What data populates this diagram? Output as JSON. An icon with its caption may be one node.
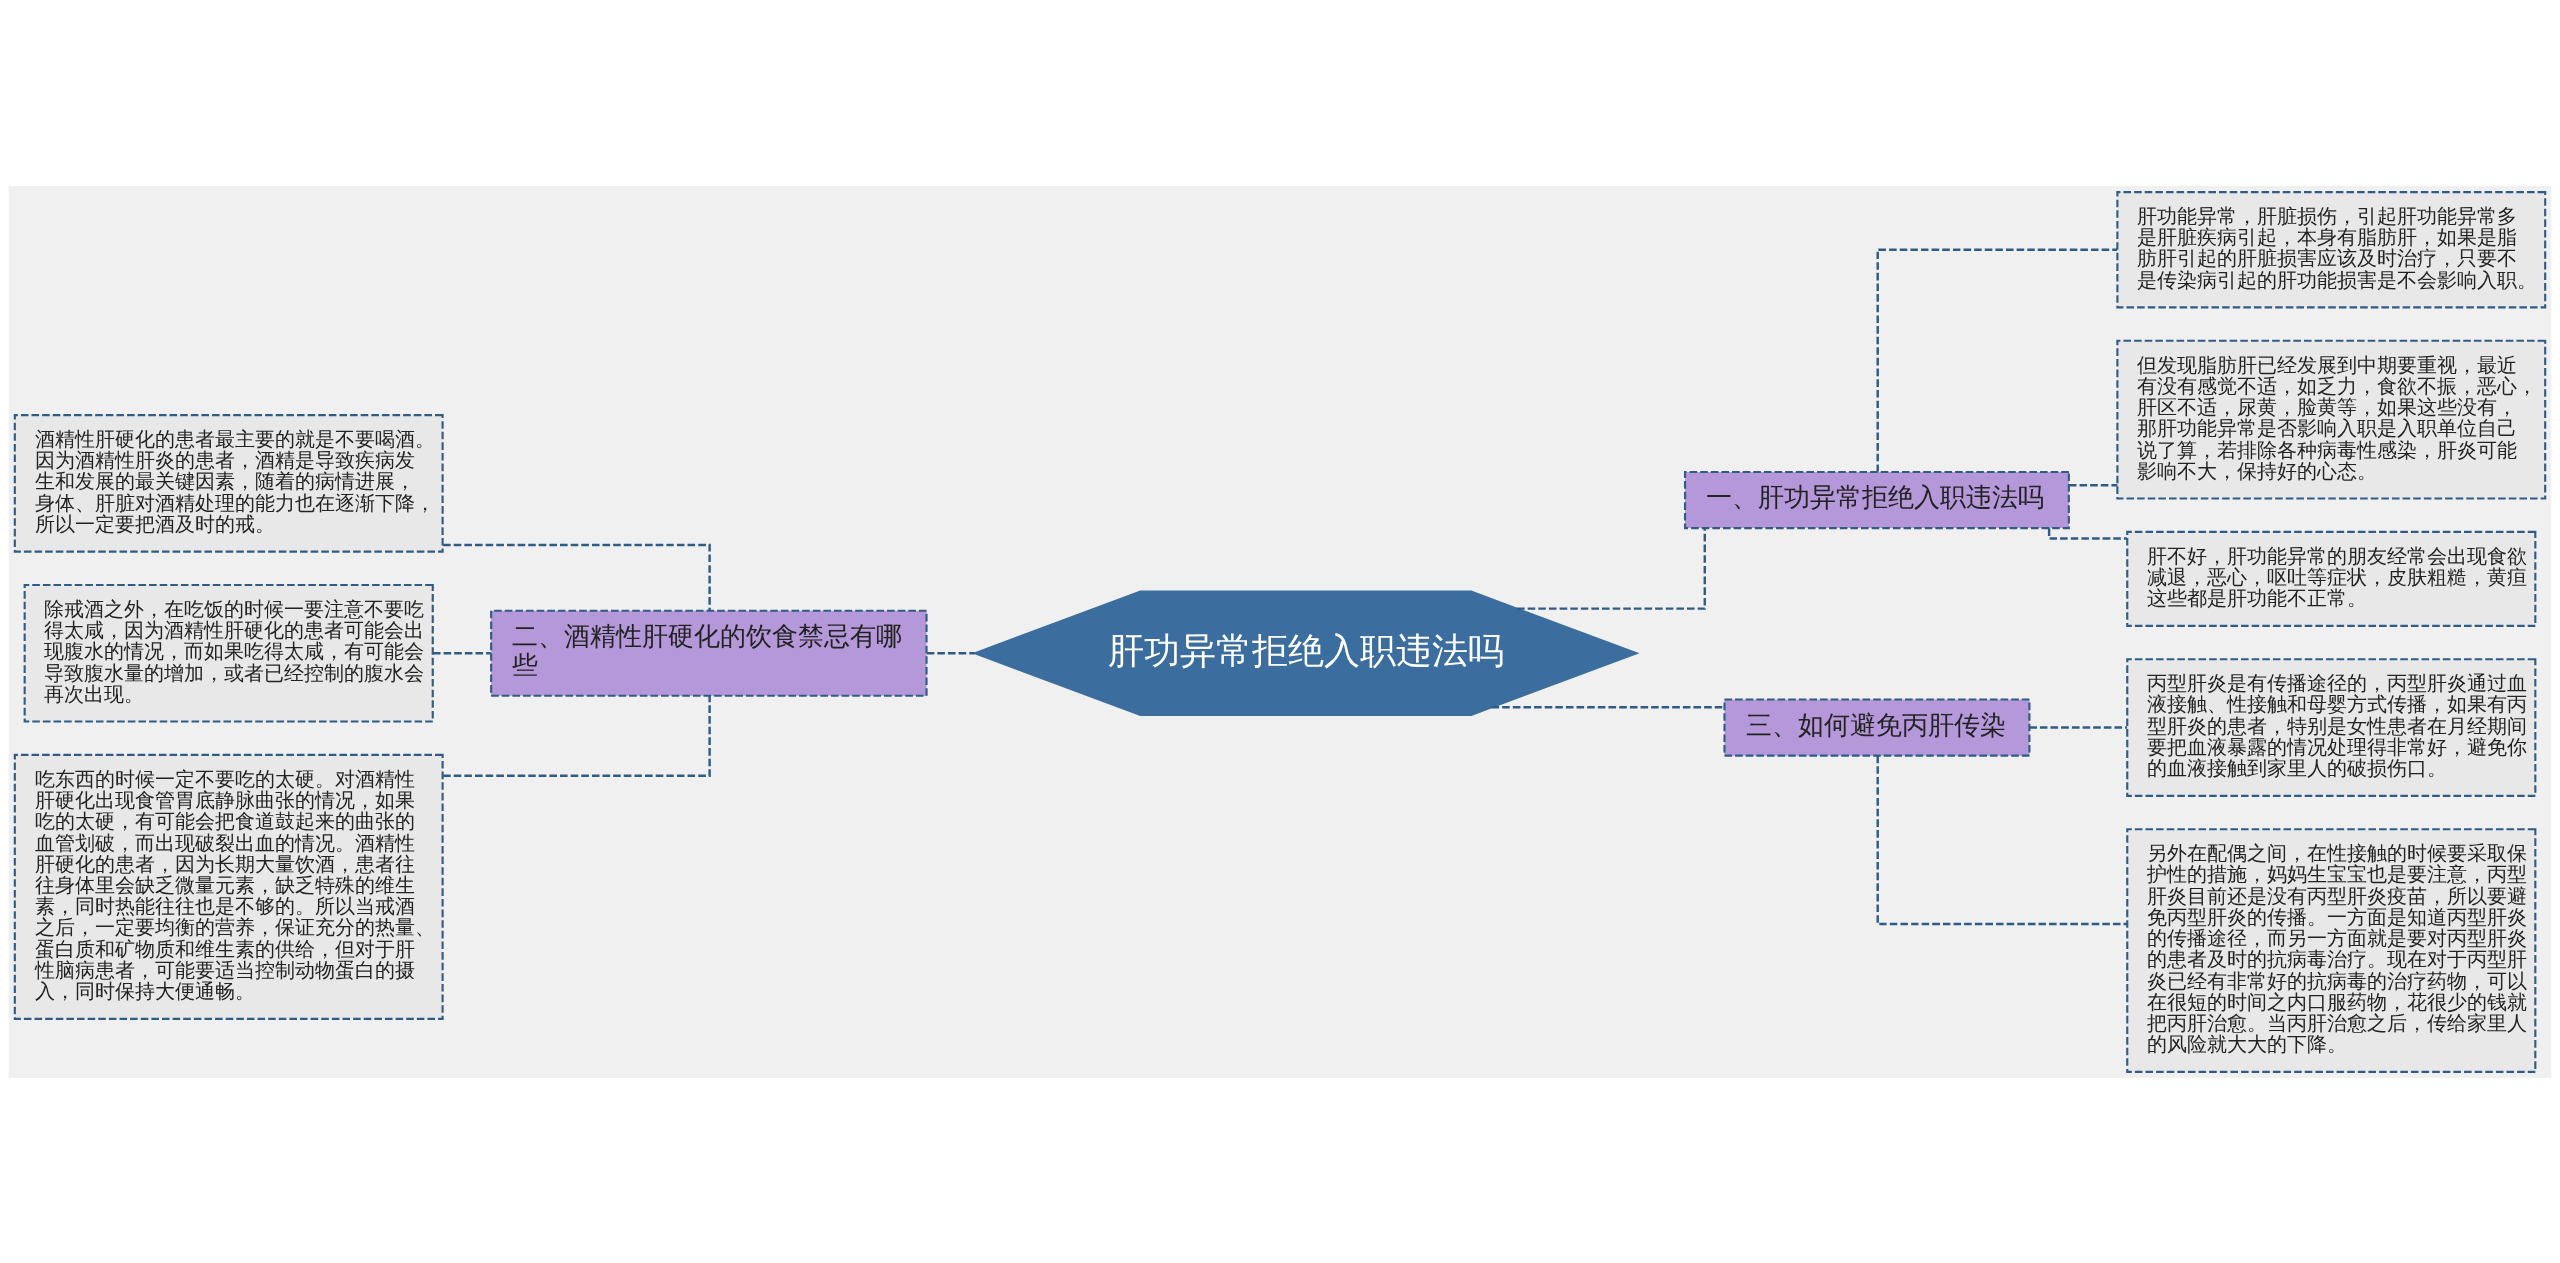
{
  "diagram": {
    "nodes": [
      {
        "text": [
          "肝功异常拒绝入职违法吗"
        ]
      },
      {
        "text": [
          "一、肝功异常拒绝入职违法吗"
        ]
      },
      {
        "text": [
          "肝功能异常，肝脏损伤，引起肝功能异常多是肝脏疾病引起，本身有脂肪肝，如果是脂肪肝引起的肝脏损害应该及时治疗，只要不是传染病引起的肝功能损害是不会影响入职。"
        ]
      },
      {
        "text": [
          "但发现脂肪肝已经发展到中期要重视，最近有没有感觉不适，如乏力，食欲不振，恶心，肝区不适，尿黄，脸黄等，如果这些没有，那肝功能异常是否影响入职是入职单位自己说了算，若排除各种病毒性感染，肝炎可能影响不大，保持好的心态。"
        ]
      },
      {
        "text": [
          "肝不好，肝功能异常的朋友经常会出现食欲减退，恶心，呕吐等症状，皮肤粗糙，黄疸这些都是肝功能不正常。"
        ]
      },
      {
        "text": [
          "三、如何避免丙肝传染"
        ]
      },
      {
        "text": [
          "丙型肝炎是有传播途径的，丙型肝炎通过血液接触、性接触和母婴方式传播，如果有丙型肝炎的患者，特别是女性患者在月经期间要把血液暴露的情况处理得非常好，避免你的血液接触到家里人的破损伤口。"
        ]
      },
      {
        "text": [
          "另外在配偶之间，在性接触的时候要采取保护性的措施，妈妈生宝宝也是要注意，丙型肝炎目前还是没有丙型肝炎疫苗，所以要避免丙型肝炎的传播。一方面是知道丙型肝炎的传播途径，而另一方面就是要对丙型肝炎的患者及时的抗病毒治疗。现在对于丙型肝炎已经有非常好的抗病毒的治疗药物，可以在很短的时间之内口服药物，花很少的钱就把丙肝治愈。当丙肝治愈之后，传给家里人的风险就大大的下降。"
        ]
      },
      {
        "text": [
          "二、酒精性肝硬化的饮食禁忌有哪些"
        ]
      },
      {
        "text": [
          "酒精性肝硬化的患者最主要的就是不要喝酒。因为酒精性肝炎的患者，酒精是导致疾病发生和发展的最关键因素，随着的病情进展，身体、肝脏对酒精处理的能力也在逐渐下降，所以一定要把酒及时的戒。"
        ]
      },
      {
        "text": [
          "除戒酒之外，在吃饭的时候一要注意不要吃得太咸，因为酒精性肝硬化的患者可能会出现腹水的情况，而如果吃得太咸，有可能会导致腹水量的增加，或者已经控制的腹水会再次出现。"
        ]
      },
      {
        "text": [
          "吃东西的时候一定不要吃的太硬。对酒精性肝硬化出现食管胃底静脉曲张的情况，如果吃的太硬，有可能会把食道鼓起来的曲张的血管划破，而出现破裂出血的情况。酒精性肝硬化的患者，因为长期大量饮酒，患者往往身体里会缺乏微量元素，缺乏特殊的维生素，同时热能往往也是不够的。所以当戒酒之后，一定要均衡的营养，保证充分的热量、蛋白质和矿物质和维生素的供给，但对于肝性脑病患者，可能要适当控制动物蛋白的摄入，同时保持大便通畅。"
        ]
      }
    ],
    "edges": [
      {
        "from": 0,
        "to": 1,
        "arrow": "none",
        "style": "dashed"
      },
      {
        "from": 1,
        "to": 2,
        "arrow": "none",
        "style": "dashed"
      },
      {
        "from": 1,
        "to": 3,
        "arrow": "none",
        "style": "dashed"
      },
      {
        "from": 1,
        "to": 4,
        "arrow": "none",
        "style": "dashed"
      },
      {
        "from": 0,
        "to": 5,
        "arrow": "none",
        "style": "dashed"
      },
      {
        "from": 5,
        "to": 6,
        "arrow": "none",
        "style": "dashed"
      },
      {
        "from": 5,
        "to": 7,
        "arrow": "none",
        "style": "dashed"
      },
      {
        "from": 0,
        "to": 8,
        "arrow": "none",
        "style": "dashed"
      },
      {
        "from": 8,
        "to": 9,
        "arrow": "none",
        "style": "dashed"
      },
      {
        "from": 8,
        "to": 10,
        "arrow": "none",
        "style": "dashed"
      },
      {
        "from": 8,
        "to": 11,
        "arrow": "none",
        "style": "dashed"
      }
    ]
  }
}
